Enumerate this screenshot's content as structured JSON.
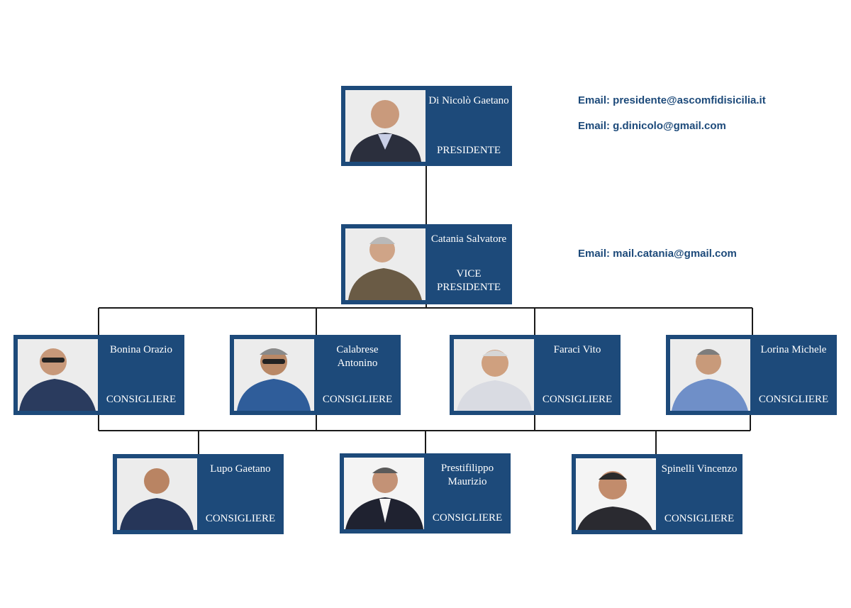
{
  "nodes": {
    "president": {
      "name": "Di Nicolò Gaetano",
      "role": "PRESIDENTE",
      "email1": "Email: presidente@ascomfidisicilia.it",
      "email2": "Email: g.dinicolo@gmail.com"
    },
    "vice": {
      "name": "Catania Salvatore",
      "role_line1": "VICE",
      "role_line2": "PRESIDENTE",
      "email": "Email: mail.catania@gmail.com"
    },
    "row2": [
      {
        "name": "Bonina Orazio",
        "role": "CONSIGLIERE"
      },
      {
        "name_line1": "Calabrese",
        "name_line2": "Antonino",
        "role": "CONSIGLIERE"
      },
      {
        "name": "Faraci Vito",
        "role": "CONSIGLIERE"
      },
      {
        "name": "Lorina Michele",
        "role": "CONSIGLIERE"
      }
    ],
    "row3": [
      {
        "name": "Lupo Gaetano",
        "role": "CONSIGLIERE"
      },
      {
        "name_line1": "Prestifilippo",
        "name_line2": "Maurizio",
        "role": "CONSIGLIERE"
      },
      {
        "name": "Spinelli Vincenzo",
        "role": "CONSIGLIERE"
      }
    ]
  }
}
